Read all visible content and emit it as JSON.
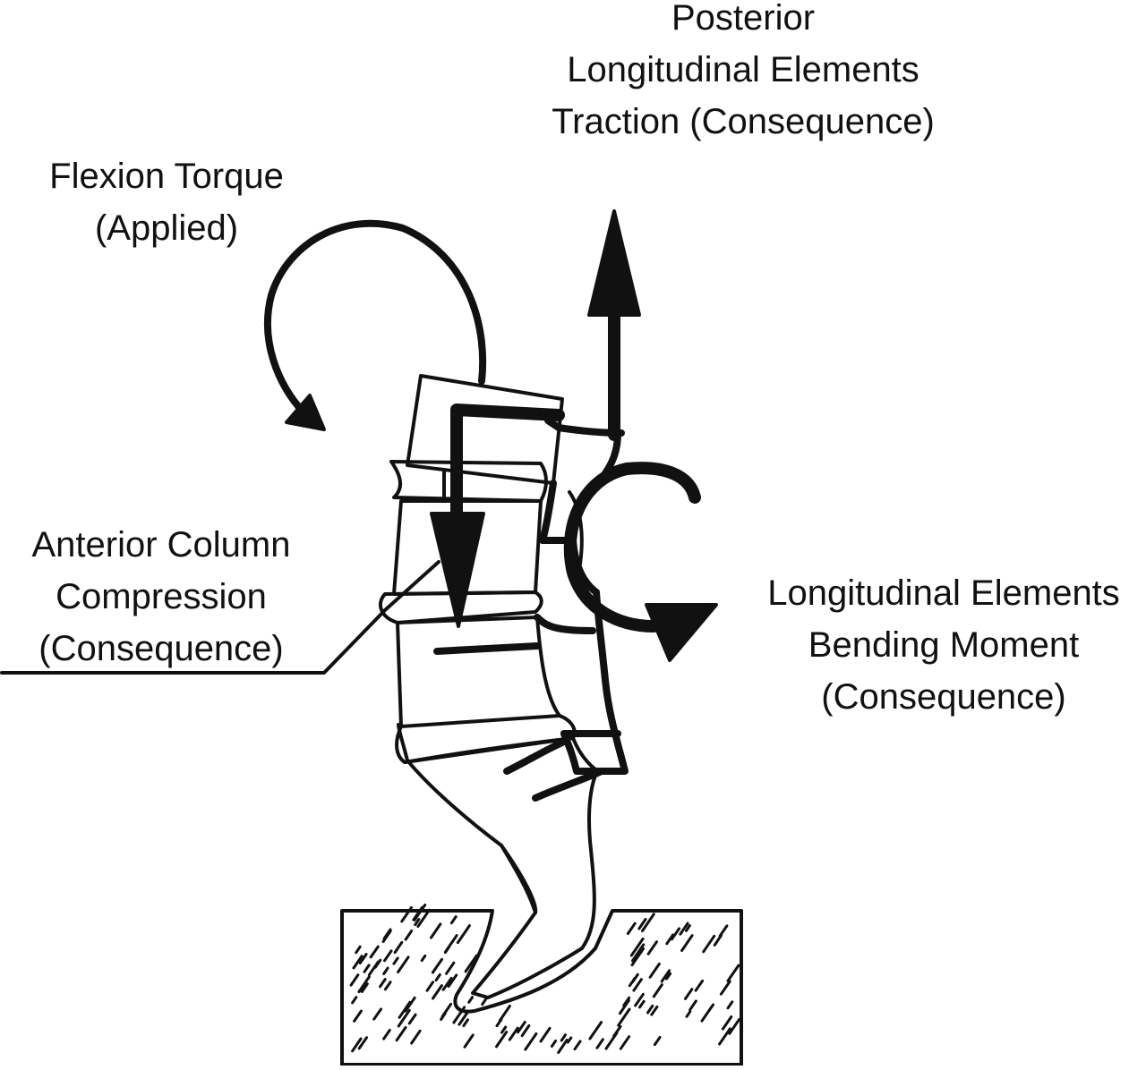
{
  "labels": {
    "posterior_traction": [
      "Posterior",
      "Longitudinal Elements",
      "Traction (Consequence)"
    ],
    "flexion_torque": [
      "Flexion Torque",
      "(Applied)"
    ],
    "anterior_compression": [
      "Anterior Column",
      "Compression",
      "(Consequence)"
    ],
    "bending_moment": [
      "Longitudinal Elements",
      "Bending Moment",
      "(Consequence)"
    ]
  },
  "colors": {
    "ink": "#111111",
    "background": "#ffffff"
  }
}
